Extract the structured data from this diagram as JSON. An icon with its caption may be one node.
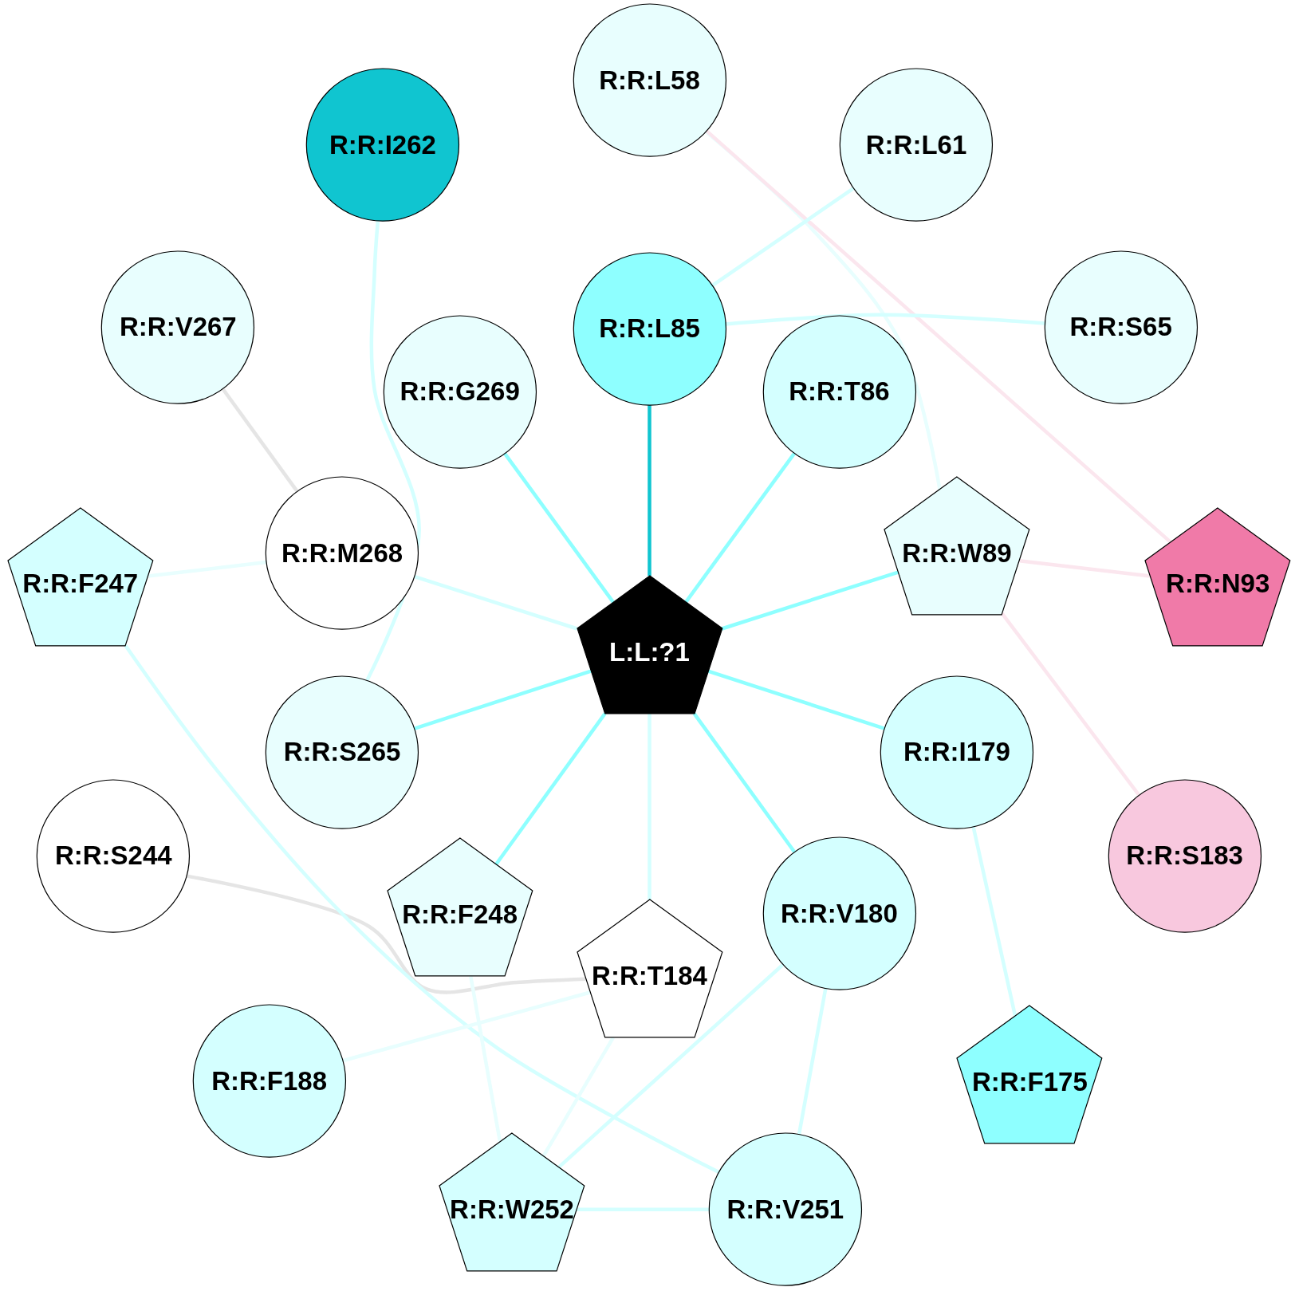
{
  "diagram": {
    "nodes": [
      {
        "text": [
          "L:L:?1"
        ]
      },
      {
        "text": [
          "R:R:L58"
        ]
      },
      {
        "text": [
          "R:R:I262"
        ]
      },
      {
        "text": [
          "R:R:L61"
        ]
      },
      {
        "text": [
          "R:R:V267"
        ]
      },
      {
        "text": [
          "R:R:L85"
        ]
      },
      {
        "text": [
          "R:R:S65"
        ]
      },
      {
        "text": [
          "R:R:G269"
        ]
      },
      {
        "text": [
          "R:R:T86"
        ]
      },
      {
        "text": [
          "R:R:M268"
        ]
      },
      {
        "text": [
          "R:R:W89"
        ]
      },
      {
        "text": [
          "R:R:F247"
        ]
      },
      {
        "text": [
          "R:R:N93"
        ]
      },
      {
        "text": [
          "R:R:S265"
        ]
      },
      {
        "text": [
          "R:R:I179"
        ]
      },
      {
        "text": [
          "R:R:S244"
        ]
      },
      {
        "text": [
          "R:R:S183"
        ]
      },
      {
        "text": [
          "R:R:F248"
        ]
      },
      {
        "text": [
          "R:R:V180"
        ]
      },
      {
        "text": [
          "R:R:T184"
        ]
      },
      {
        "text": [
          "R:R:F188"
        ]
      },
      {
        "text": [
          "R:R:F175"
        ]
      },
      {
        "text": [
          "R:R:W252"
        ]
      },
      {
        "text": [
          "R:R:V251"
        ]
      }
    ],
    "edges": [
      {
        "from": 0,
        "to": 5,
        "arrow": "none",
        "color": "#10c5d0"
      },
      {
        "from": 0,
        "to": 7,
        "arrow": "none",
        "color": "#8effff"
      },
      {
        "from": 0,
        "to": 8,
        "arrow": "none",
        "color": "#8effff"
      },
      {
        "from": 0,
        "to": 10,
        "arrow": "none",
        "color": "#8effff"
      },
      {
        "from": 0,
        "to": 9,
        "arrow": "none"
      },
      {
        "from": 0,
        "to": 13,
        "arrow": "none",
        "color": "#8effff"
      },
      {
        "from": 0,
        "to": 14,
        "arrow": "none",
        "color": "#8effff"
      },
      {
        "from": 0,
        "to": 17,
        "arrow": "none",
        "color": "#8effff"
      },
      {
        "from": 0,
        "to": 18,
        "arrow": "none",
        "color": "#8effff"
      },
      {
        "from": 0,
        "to": 19,
        "arrow": "none"
      },
      {
        "from": 1,
        "to": 10,
        "arrow": "none",
        "color": "#e8fefe"
      },
      {
        "from": 1,
        "to": 12,
        "arrow": "none",
        "color": "#fbe6ee"
      },
      {
        "from": 3,
        "to": 5,
        "arrow": "none"
      },
      {
        "from": 5,
        "to": 6,
        "arrow": "none"
      },
      {
        "from": 2,
        "to": 13,
        "arrow": "none"
      },
      {
        "from": 4,
        "to": 9,
        "arrow": "none",
        "color": "#e5e5e5"
      },
      {
        "from": 9,
        "to": 11,
        "arrow": "none",
        "color": "#e8fefe"
      },
      {
        "from": 10,
        "to": 12,
        "arrow": "none",
        "color": "#fbe6ee"
      },
      {
        "from": 10,
        "to": 16,
        "arrow": "none",
        "color": "#fbe6ee"
      },
      {
        "from": 14,
        "to": 21,
        "arrow": "none"
      },
      {
        "from": 15,
        "to": 19,
        "arrow": "none",
        "color": "#e5e5e5"
      },
      {
        "from": 11,
        "to": 23,
        "arrow": "none"
      },
      {
        "from": 17,
        "to": 22,
        "arrow": "none",
        "color": "#e8fefe"
      },
      {
        "from": 19,
        "to": 20,
        "arrow": "none",
        "color": "#e8fefe"
      },
      {
        "from": 19,
        "to": 22,
        "arrow": "none",
        "color": "#e8fefe"
      },
      {
        "from": 18,
        "to": 22,
        "arrow": "none"
      },
      {
        "from": 18,
        "to": 23,
        "arrow": "none"
      },
      {
        "from": 22,
        "to": 23,
        "arrow": "none"
      }
    ]
  }
}
